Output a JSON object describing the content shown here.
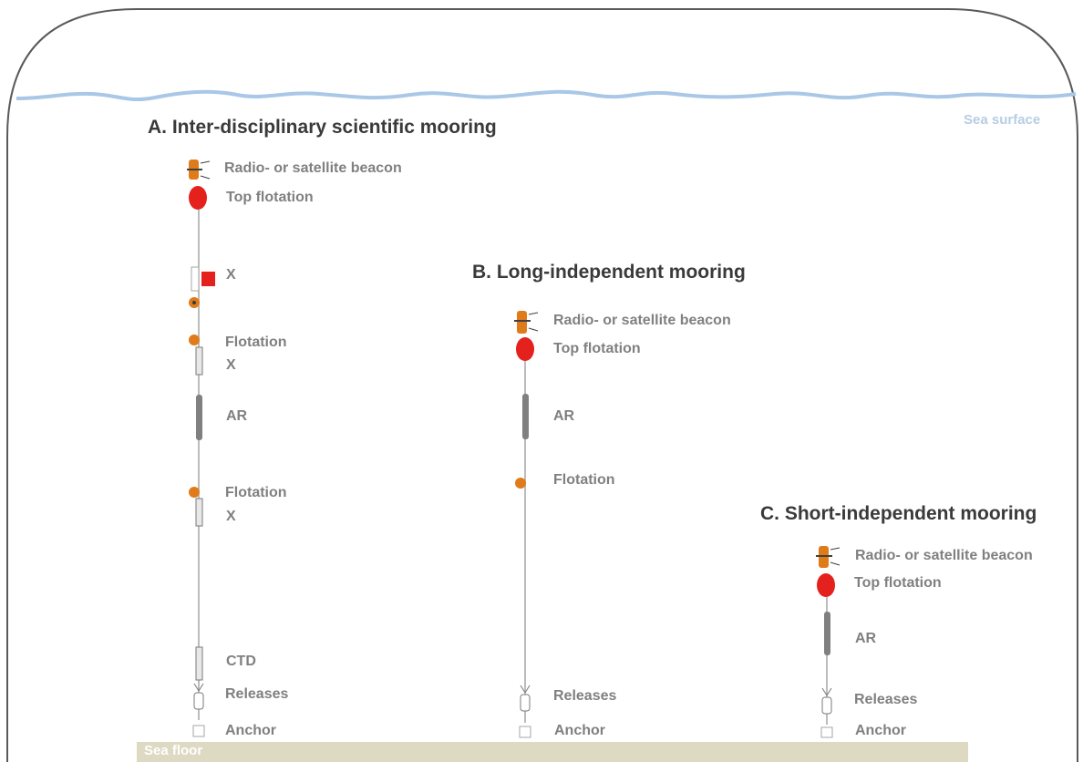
{
  "surface_label": "Sea surface",
  "floor_label": "Sea floor",
  "colors": {
    "frame": "#595959",
    "water": "#a9c7e6",
    "float_orange": "#e07b1a",
    "float_red": "#e4211c",
    "line": "#a6a6a6",
    "instrument": "#808080",
    "floor": "#ddd9c3"
  },
  "moorings": [
    {
      "title": "A. Inter-disciplinary scientific mooring",
      "labels": {
        "beacon": "Radio- or satellite beacon",
        "top_float": "Top flotation",
        "x1": "X",
        "float1": "Flotation",
        "x2": "X",
        "ar": "AR",
        "float2": "Flotation",
        "x3": "X",
        "ctd": "CTD",
        "releases": "Releases",
        "anchor": "Anchor"
      }
    },
    {
      "title": "B. Long-independent mooring",
      "labels": {
        "beacon": "Radio- or satellite beacon",
        "top_float": "Top flotation",
        "ar": "AR",
        "float1": "Flotation",
        "releases": "Releases",
        "anchor": "Anchor"
      }
    },
    {
      "title": "C. Short-independent mooring",
      "labels": {
        "beacon": "Radio- or satellite beacon",
        "top_float": "Top flotation",
        "ar": "AR",
        "releases": "Releases",
        "anchor": "Anchor"
      }
    }
  ]
}
